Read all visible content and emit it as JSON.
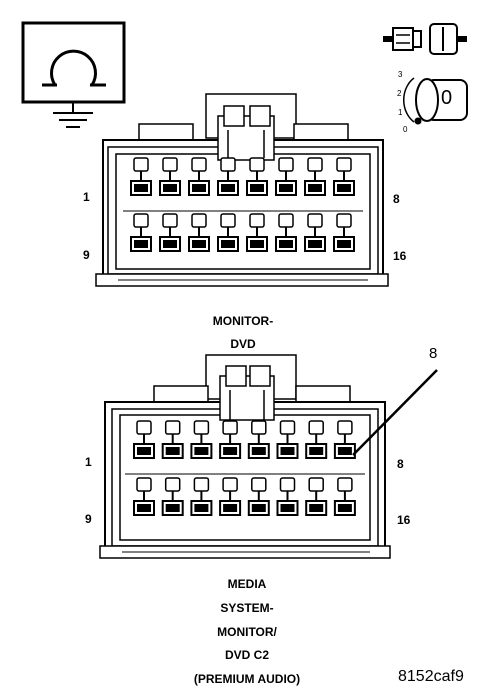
{
  "ohm_symbol": "Ω",
  "key_icon": {
    "positions": [
      "3",
      "2",
      "1",
      "0"
    ],
    "position_label": "0"
  },
  "connector_top": {
    "pin_first_row_start": "1",
    "pin_first_row_end": "8",
    "pin_second_row_start": "9",
    "pin_second_row_end": "16",
    "title_line1": "MONITOR-",
    "title_line2": "DVD"
  },
  "connector_bottom": {
    "callout": "8",
    "pin_first_row_start": "1",
    "pin_first_row_end": "8",
    "pin_second_row_start": "9",
    "pin_second_row_end": "16",
    "title_lines": [
      "MEDIA",
      "SYSTEM-",
      "MONITOR/",
      "DVD C2",
      "(PREMIUM AUDIO)"
    ]
  },
  "figure_id": "8152caf9"
}
